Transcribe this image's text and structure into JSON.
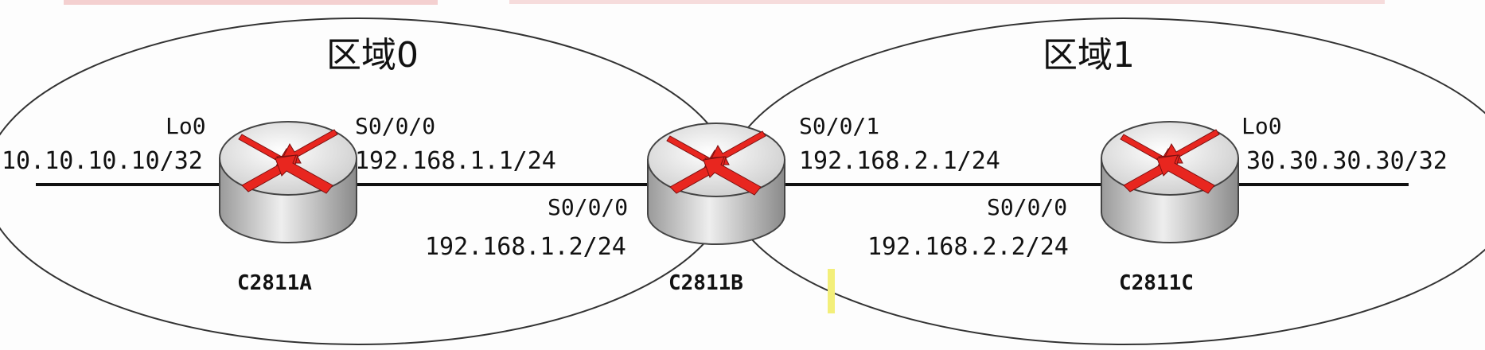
{
  "colors": {
    "ellipse_stroke": "#333333",
    "link_line": "#111111",
    "router_body": "#d9d9d9",
    "router_top": "#f2f2f2",
    "router_arrow": "#e8261f",
    "cursor_mark": "#f3ef7a",
    "top_partial_text": "#e04040"
  },
  "areas": [
    {
      "label": "区域0"
    },
    {
      "label": "区域1"
    }
  ],
  "routers": [
    {
      "name": "C2811A",
      "icon": "router-icon"
    },
    {
      "name": "C2811B",
      "icon": "router-icon"
    },
    {
      "name": "C2811C",
      "icon": "router-icon"
    }
  ],
  "labels": {
    "a_lo0_iface": "Lo0",
    "a_lo0_ip": "10.10.10.10/32",
    "a_s000_iface": "S0/0/0",
    "a_s000_ip": "192.168.1.1/24",
    "b_s000_iface": "S0/0/0",
    "b_s000_ip": "192.168.1.2/24",
    "b_s001_iface": "S0/0/1",
    "b_s001_ip": "192.168.2.1/24",
    "c_s000_iface": "S0/0/0",
    "c_s000_ip": "192.168.2.2/24",
    "c_lo0_iface": "Lo0",
    "c_lo0_ip": "30.30.30.30/32"
  }
}
